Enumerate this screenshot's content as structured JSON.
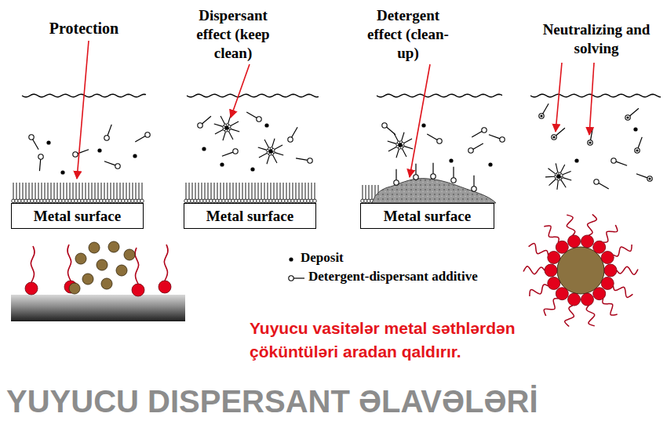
{
  "diagram": {
    "title": "YUYUCU DISPERSANT ƏLAVƏLƏRİ",
    "caption": "Yuyucu vasitələr metal səthlərdən çöküntüləri aradan qaldırır.",
    "nodes": [
      {
        "text": [
          "Metal surface"
        ]
      },
      {
        "text": [
          "Metal surface"
        ]
      },
      {
        "text": [
          "Metal surface"
        ]
      }
    ],
    "labels": [
      "Protection",
      "Dispersant effect (keep clean)",
      "Detergent effect (clean-up)",
      "Neutralizing and solving"
    ],
    "legend": [
      {
        "text": "Deposit"
      },
      {
        "text": "Detergent-dispersant additive"
      }
    ]
  }
}
